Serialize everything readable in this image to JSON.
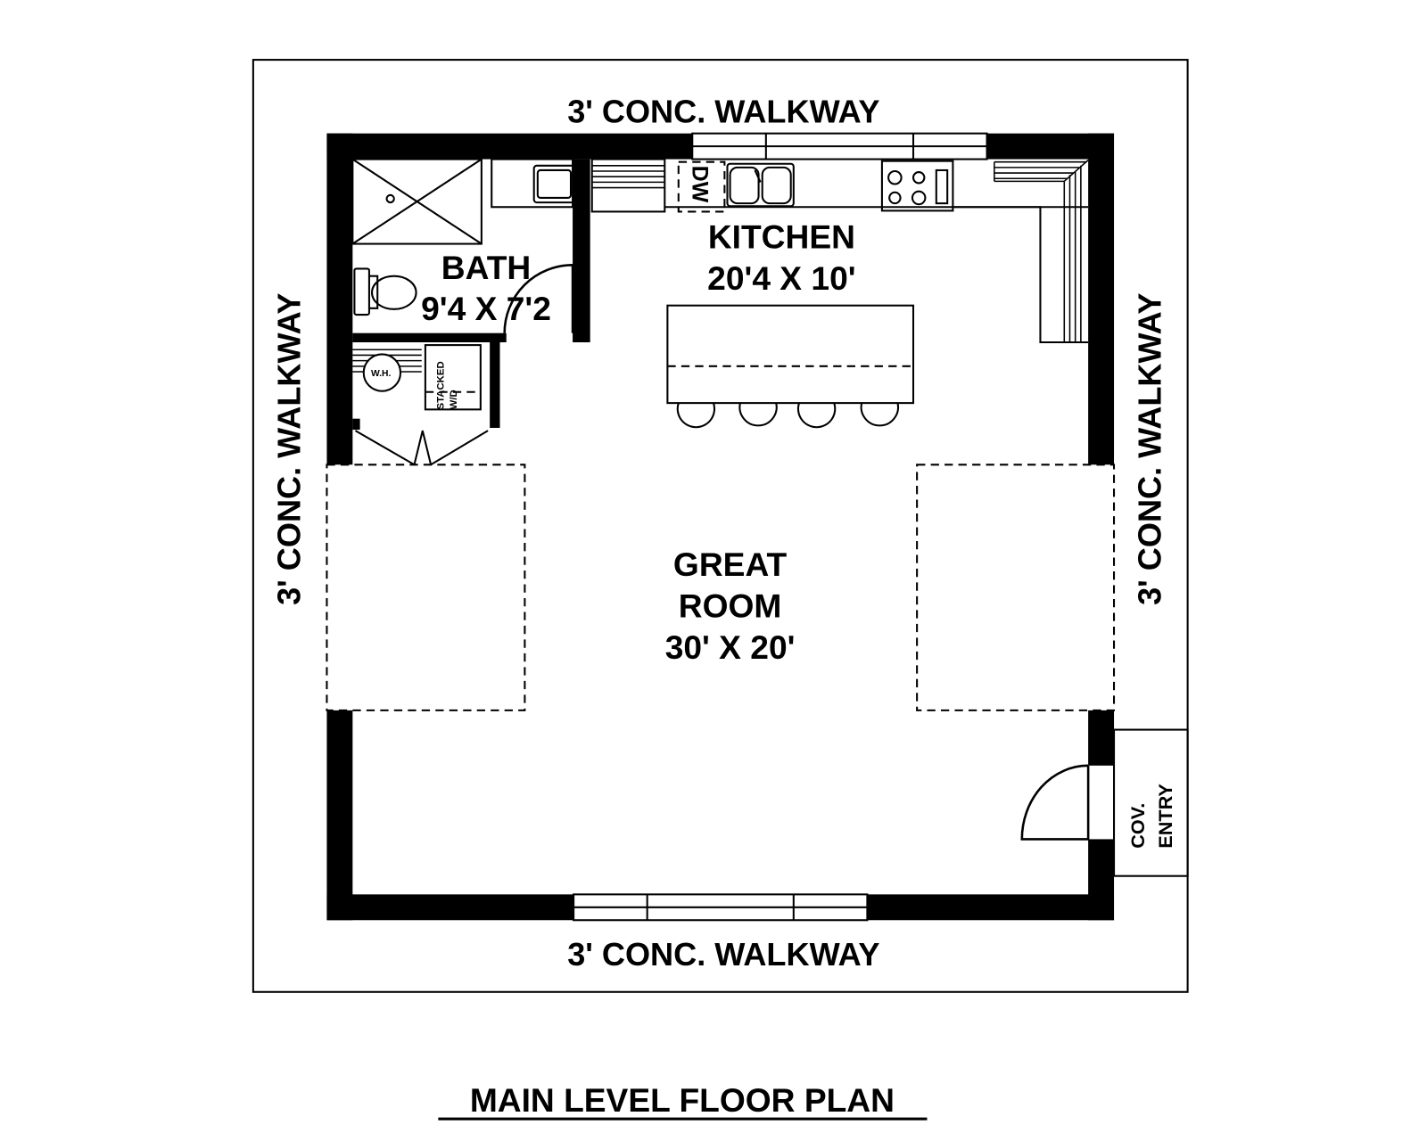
{
  "title": "MAIN LEVEL FLOOR PLAN",
  "walkways": {
    "top": "3' CONC. WALKWAY",
    "bottom": "3' CONC. WALKWAY",
    "left": "3' CONC. WALKWAY",
    "right": "3' CONC. WALKWAY"
  },
  "rooms": {
    "kitchen": {
      "name": "KITCHEN",
      "size": "20'4 X 10'"
    },
    "bath": {
      "name": "BATH",
      "size": "9'4 X 7'2"
    },
    "great_room": {
      "name_line1": "GREAT",
      "name_line2": "ROOM",
      "size": "30' X 20'"
    },
    "entry": {
      "line1": "COV.",
      "line2": "ENTRY"
    }
  },
  "fixtures": {
    "dishwasher": "DW",
    "water_heater": "W.H.",
    "laundry_line1": "STACKED",
    "laundry_line2": "W/D"
  },
  "colors": {
    "wall": "#000000",
    "background": "#ffffff"
  }
}
